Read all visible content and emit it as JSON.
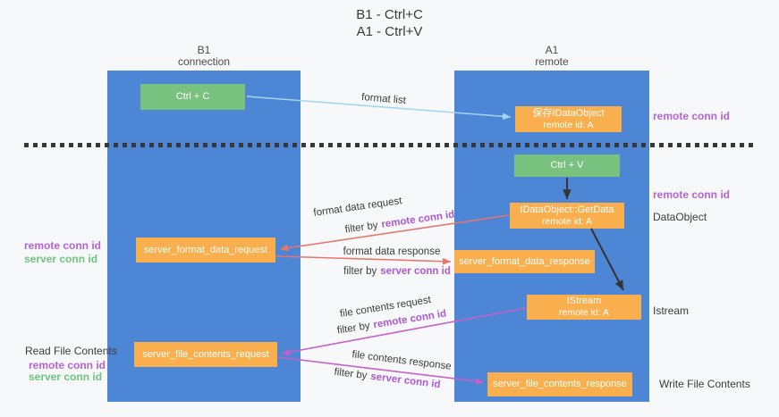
{
  "title": {
    "line1": "B1 - Ctrl+C",
    "line2": "A1 - Ctrl+V"
  },
  "lifelines": {
    "b1": {
      "name": "B1",
      "subtitle": "connection"
    },
    "a1": {
      "name": "A1",
      "subtitle": "remote"
    }
  },
  "nodes": {
    "ctrl_c": {
      "label": "Ctrl + C"
    },
    "ctrl_v": {
      "label": "Ctrl + V"
    },
    "save_idataobject": {
      "line1": "保存IDataObject",
      "line2": "remote id: A"
    },
    "getdata": {
      "line1": "IDataObject::GetData",
      "line2": "remote id: A"
    },
    "istream": {
      "line1": "IStream",
      "line2": "remote id: A"
    },
    "format_request": {
      "label": "server_format_data_request"
    },
    "format_response": {
      "label": "server_format_data_response"
    },
    "file_request": {
      "label": "server_file_contents_request"
    },
    "file_response": {
      "label": "server_file_contents_response"
    }
  },
  "arrow_labels": {
    "format_list": "format list",
    "format_data_request": "format data request",
    "format_data_response": "format data response",
    "file_contents_request": "file contents request",
    "file_contents_response": "file contents response",
    "filter_by": "filter by",
    "remote_conn_id": "remote conn id",
    "server_conn_id": "server conn id"
  },
  "side_labels": {
    "remote_conn_id": "remote conn id",
    "server_conn_id": "server conn id",
    "dataobject": "DataObject",
    "istream": "Istream",
    "read_file_contents": "Read File Contents",
    "write_file_contents": "Write File Contents"
  },
  "colors": {
    "background": "#f7f8f9",
    "lifeline_blue": "#4e86d6",
    "node_green": "#79c17f",
    "node_orange": "#f9af4d",
    "arrow_light_blue": "#a4d4f2",
    "arrow_red": "#e8766d",
    "arrow_magenta": "#c760c8",
    "arrow_black": "#333333",
    "label_purple": "#b563d6",
    "label_green": "#6fc47d"
  }
}
